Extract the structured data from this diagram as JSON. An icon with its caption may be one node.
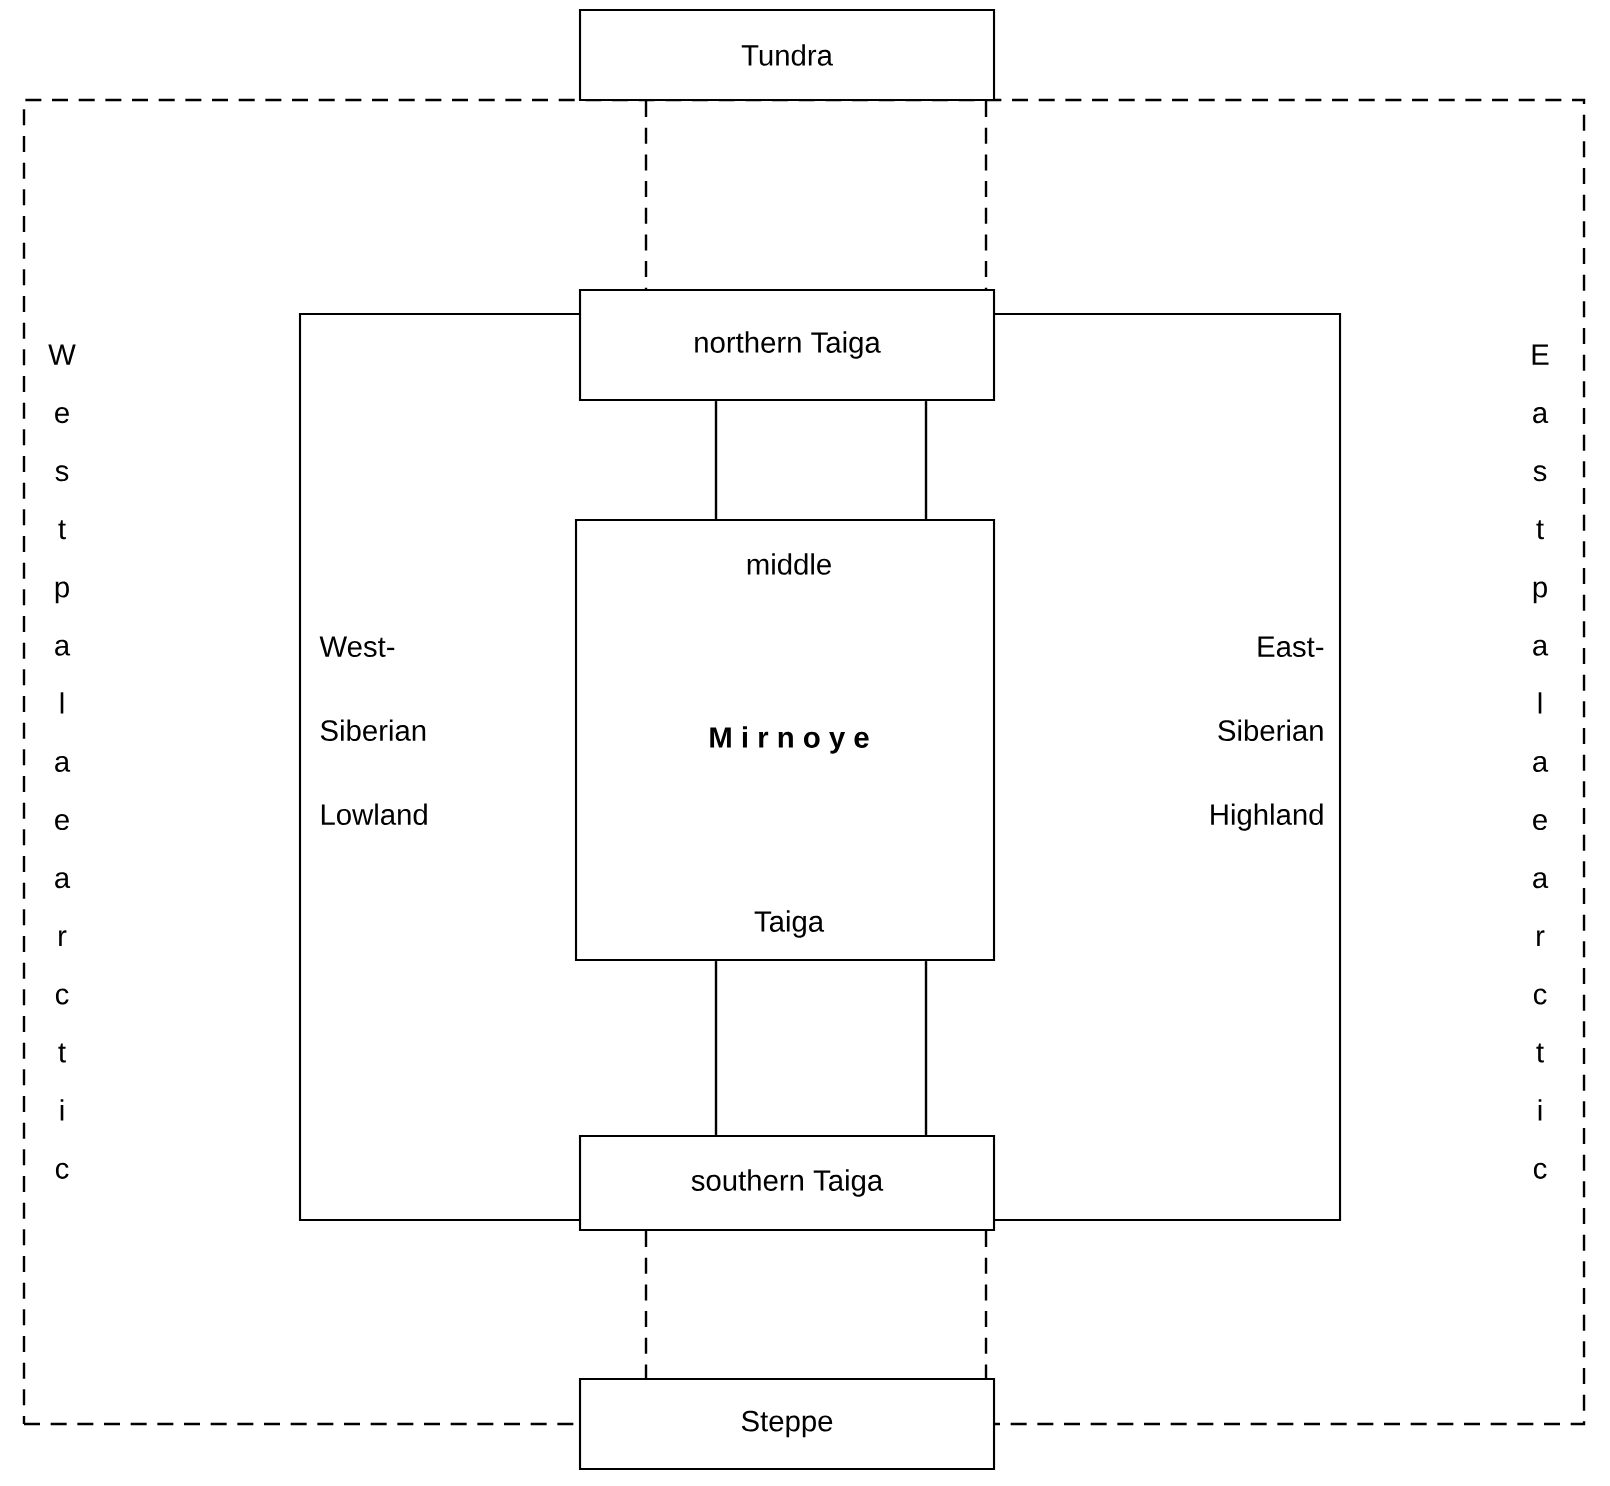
{
  "diagram": {
    "nodes": [
      {
        "text": [
          "Westpalaearctic",
          "Eastpalaearctic"
        ]
      },
      {
        "text": [
          "Tundra"
        ]
      },
      {
        "text": [
          "West-Siberian Lowland",
          "East-Siberian Highland"
        ],
        "in": 0
      },
      {
        "text": [
          "northern Taiga"
        ],
        "in": 0
      },
      {
        "text": [
          "middle",
          "M i r n o y e",
          "Taiga"
        ],
        "in": 2
      },
      {
        "text": [
          "southern Taiga"
        ],
        "in": 0
      },
      {
        "text": [
          "Steppe"
        ]
      }
    ],
    "edges": [
      {
        "from": 1,
        "to": 3,
        "arrow": "none",
        "style": "dashed"
      },
      {
        "from": 1,
        "to": 3,
        "arrow": "none",
        "style": "dashed"
      },
      {
        "from": 3,
        "to": 4,
        "arrow": "none"
      },
      {
        "from": 3,
        "to": 4,
        "arrow": "none"
      },
      {
        "from": 4,
        "to": 5,
        "arrow": "none"
      },
      {
        "from": 4,
        "to": 5,
        "arrow": "none"
      },
      {
        "from": 5,
        "to": 6,
        "arrow": "none",
        "style": "dashed"
      },
      {
        "from": 5,
        "to": 6,
        "arrow": "none",
        "style": "dashed"
      }
    ]
  }
}
